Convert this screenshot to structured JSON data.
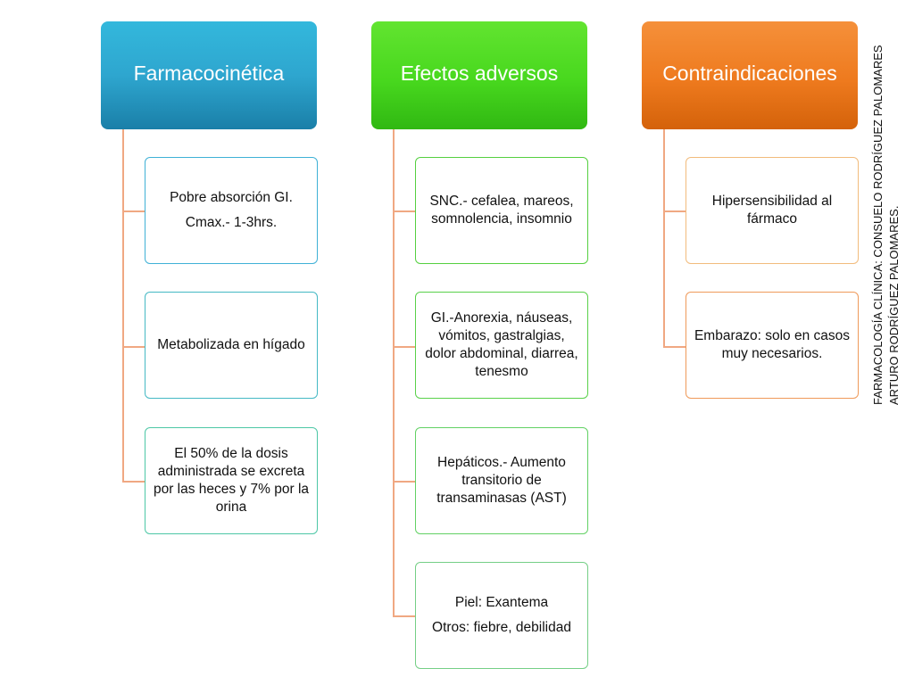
{
  "columns": [
    {
      "title": "Farmacocinética",
      "items": [
        [
          "Pobre absorción GI.",
          "Cmax.- 1-3hrs."
        ],
        [
          "Metabolizada en hígado"
        ],
        [
          "El 50% de la dosis administrada se excreta por las heces y 7% por la orina"
        ]
      ]
    },
    {
      "title": "Efectos adversos",
      "items": [
        [
          "SNC.- cefalea, mareos, somnolencia, insomnio"
        ],
        [
          "GI.-Anorexia, náuseas, vómitos, gastralgias, dolor abdominal, diarrea, tenesmo"
        ],
        [
          "Hepáticos.- Aumento transitorio de transaminasas (AST)"
        ],
        [
          "Piel: Exantema",
          "Otros: fiebre, debilidad"
        ]
      ]
    },
    {
      "title": "Contraindicaciones",
      "items": [
        [
          "Hipersensibilidad al fármaco"
        ],
        [
          "Embarazo: solo en casos muy necesarios."
        ]
      ]
    }
  ],
  "side_note": {
    "line1": "FARMACOLOGÍA CLÍNICA: CONSUELO RODRÍGUEZ PALOMARES",
    "line2": "ARTURO RODRÍGUEZ PALOMARES."
  },
  "colors": {
    "blue": "#2ea6cf",
    "green": "#48d81e",
    "orange": "#ee7a1e",
    "connector": "#f0a882"
  }
}
